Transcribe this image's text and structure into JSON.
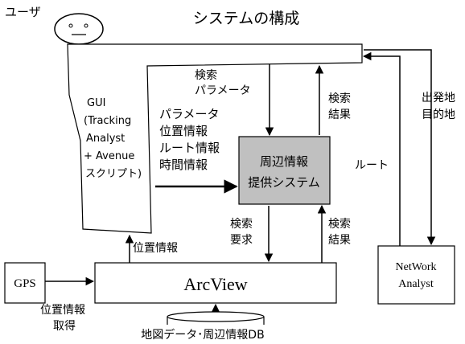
{
  "title": "システムの構成",
  "user_label": "ユーザ",
  "gui": {
    "lines": [
      "GUI",
      "(Tracking",
      "Analyst",
      "+ Avenue",
      "スクリプト)"
    ]
  },
  "center_box": {
    "lines": [
      "周辺情報",
      "提供システム"
    ],
    "fill": "#c0c0c0"
  },
  "arcview": {
    "label": "ArcView"
  },
  "gps": {
    "label": "GPS"
  },
  "network_analyst": {
    "lines": [
      "NetWork",
      "Analyst"
    ]
  },
  "db": {
    "label": "地図データ･周辺情報DB"
  },
  "labels": {
    "search_params": [
      "検索",
      "パラメータ"
    ],
    "search_results_top": [
      "検索",
      "結果"
    ],
    "gui_to_center": [
      "パラメータ",
      "位置情報",
      "ルート情報",
      "時間情報"
    ],
    "route": "ルート",
    "origin_dest": [
      "出発地",
      "目的地"
    ],
    "search_request": [
      "検索",
      "要求"
    ],
    "search_results_bottom": [
      "検索",
      "結果"
    ],
    "position_info": "位置情報",
    "position_acquire": [
      "位置情報",
      "取得"
    ]
  }
}
